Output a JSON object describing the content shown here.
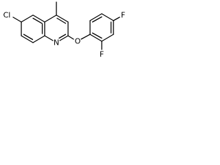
{
  "molecule": {
    "atoms": {
      "chlorine": "Cl",
      "ring_nitrogen": "N",
      "ether_oxygen": "O",
      "fluorine_para": "F",
      "fluorine_ortho": "F"
    }
  }
}
